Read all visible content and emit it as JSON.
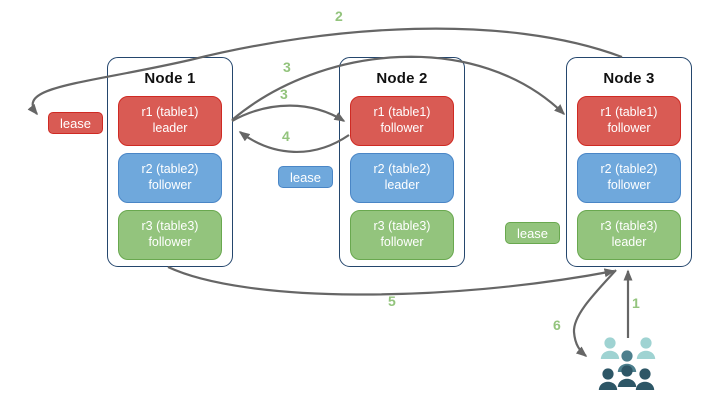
{
  "nodes": [
    {
      "title": "Node 1",
      "replicas": [
        {
          "name": "r1 (table1)",
          "role": "leader",
          "color": "red"
        },
        {
          "name": "r2 (table2)",
          "role": "follower",
          "color": "blue"
        },
        {
          "name": "r3 (table3)",
          "role": "follower",
          "color": "green"
        }
      ]
    },
    {
      "title": "Node 2",
      "replicas": [
        {
          "name": "r1 (table1)",
          "role": "follower",
          "color": "red"
        },
        {
          "name": "r2 (table2)",
          "role": "leader",
          "color": "blue"
        },
        {
          "name": "r3 (table3)",
          "role": "follower",
          "color": "green"
        }
      ]
    },
    {
      "title": "Node 3",
      "replicas": [
        {
          "name": "r1 (table1)",
          "role": "follower",
          "color": "red"
        },
        {
          "name": "r2 (table2)",
          "role": "follower",
          "color": "blue"
        },
        {
          "name": "r3 (table3)",
          "role": "leader",
          "color": "green"
        }
      ]
    }
  ],
  "leases": [
    {
      "label": "lease",
      "color": "red"
    },
    {
      "label": "lease",
      "color": "blue"
    },
    {
      "label": "lease",
      "color": "green"
    }
  ],
  "step_labels": {
    "s1": "1",
    "s2": "2",
    "s3a": "3",
    "s3b": "3",
    "s4": "4",
    "s5": "5",
    "s6": "6"
  },
  "icons": {
    "users": "users-icon"
  },
  "colors": {
    "red-fill": "#d95b54",
    "red-border": "#cf2a23",
    "blue-fill": "#6fa8dc",
    "blue-border": "#4a86c6",
    "green-fill": "#93c47d",
    "green-border": "#69a84f",
    "node-border": "#24466d",
    "arrow": "#666666",
    "step-color": "#93c47d",
    "people-light": "#9fd3d2",
    "people-mid": "#4d7f8d",
    "people-dark": "#2d5666"
  }
}
